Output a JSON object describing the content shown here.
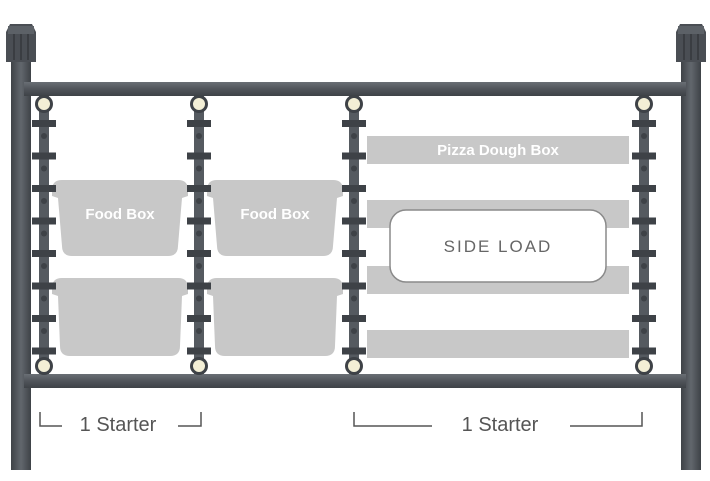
{
  "boxes": {
    "food_box_left": "Food Box",
    "food_box_right": "Food Box",
    "pizza_dough_box": "Pizza Dough Box"
  },
  "side_load": "SIDE LOAD",
  "starters": {
    "left": "1 Starter",
    "right": "1 Starter"
  },
  "colors": {
    "frame": "#555a60",
    "frame_dark": "#3e4247",
    "tray": "#c8c8c8",
    "bolt": "#f3efd6"
  }
}
